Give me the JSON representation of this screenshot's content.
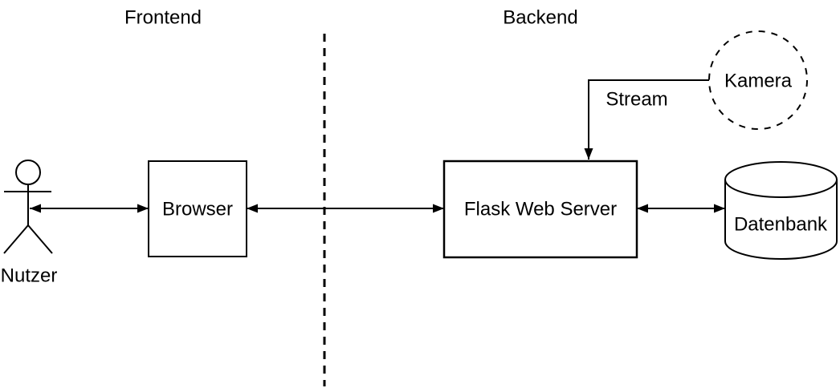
{
  "diagram": {
    "zones": {
      "frontend": "Frontend",
      "backend": "Backend"
    },
    "actor": {
      "label": "Nutzer",
      "type": "stick-figure"
    },
    "nodes": {
      "browser": {
        "label": "Browser",
        "shape": "rectangle"
      },
      "flask": {
        "label": "Flask Web Server",
        "shape": "rectangle"
      },
      "kamera": {
        "label": "Kamera",
        "shape": "dashed-circle"
      },
      "datenbank": {
        "label": "Datenbank",
        "shape": "cylinder"
      }
    },
    "edges": [
      {
        "from": "Nutzer",
        "to": "Browser",
        "direction": "bidirectional",
        "label": ""
      },
      {
        "from": "Browser",
        "to": "Flask Web Server",
        "direction": "bidirectional",
        "label": ""
      },
      {
        "from": "Flask Web Server",
        "to": "Datenbank",
        "direction": "bidirectional",
        "label": ""
      },
      {
        "from": "Kamera",
        "to": "Flask Web Server",
        "direction": "unidirectional",
        "label": "Stream"
      }
    ],
    "colors": {
      "stroke": "#000000",
      "text": "#000000",
      "background": "#ffffff"
    }
  }
}
